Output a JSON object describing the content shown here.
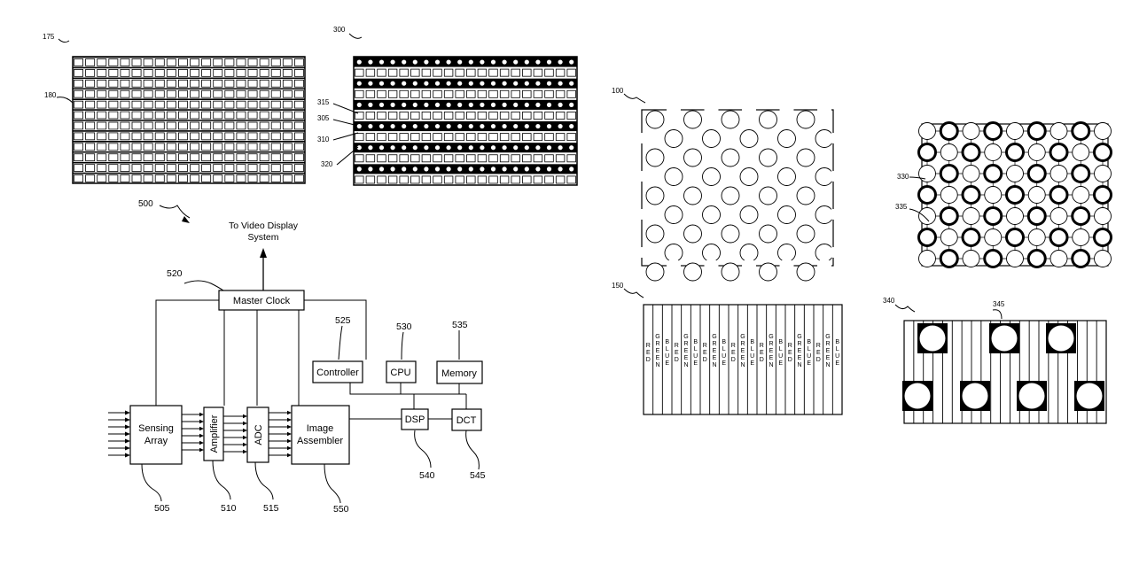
{
  "refs": {
    "r175": "175",
    "r180": "180",
    "r300": "300",
    "r315": "315",
    "r305": "305",
    "r310": "310",
    "r320": "320",
    "r500": "500",
    "r520": "520",
    "r525": "525",
    "r530": "530",
    "r535": "535",
    "r540": "540",
    "r545": "545",
    "r505": "505",
    "r510": "510",
    "r515": "515",
    "r550": "550",
    "r100": "100",
    "r330": "330",
    "r335": "335",
    "r150": "150",
    "r340": "340",
    "r345": "345"
  },
  "block_diagram": {
    "output_line1": "To Video Display",
    "output_line2": "System",
    "master_clock": "Master Clock",
    "controller": "Controller",
    "cpu": "CPU",
    "memory": "Memory",
    "sensing_line1": "Sensing",
    "sensing_line2": "Array",
    "amplifier": "Amplifier",
    "adc": "ADC",
    "assembler_line1": "Image",
    "assembler_line2": "Assembler",
    "dsp": "DSP",
    "dct": "DCT"
  },
  "stripe_filter": {
    "columns": [
      "RED",
      "GREEN",
      "BLUE",
      "RED",
      "GREEN",
      "BLUE",
      "RED",
      "GREEN",
      "BLUE",
      "RED",
      "GREEN",
      "BLUE",
      "RED",
      "GREEN",
      "BLUE",
      "RED",
      "GREEN",
      "BLUE",
      "RED",
      "GREEN",
      "BLUE"
    ]
  }
}
